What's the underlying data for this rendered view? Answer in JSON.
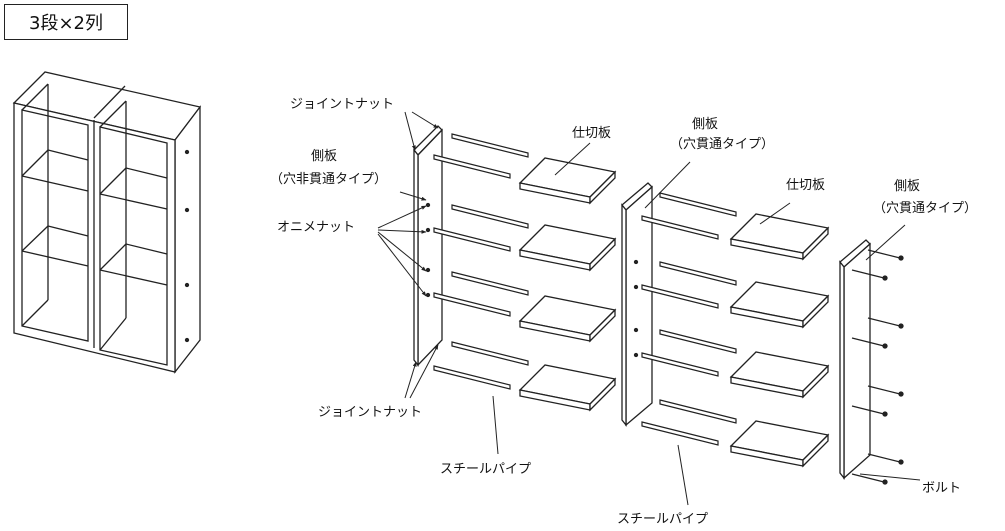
{
  "title": "3段×2列",
  "labels": {
    "joint_nut_top": "ジョイントナット",
    "side_panel_left_1": "側板",
    "side_panel_left_2": "（穴非貫通タイプ）",
    "oni_nut": "オニメナット",
    "joint_nut_bottom": "ジョイントナット",
    "steel_pipe_1": "スチールパイプ",
    "partition_1": "仕切板",
    "side_panel_mid_1": "側板",
    "side_panel_mid_2": "（穴貫通タイプ）",
    "partition_2": "仕切板",
    "side_panel_right_1": "側板",
    "side_panel_right_2": "（穴貫通タイプ）",
    "bolt": "ボルト",
    "steel_pipe_2": "スチールパイプ"
  },
  "colors": {
    "line": "#222222",
    "fill": "#ffffff"
  }
}
